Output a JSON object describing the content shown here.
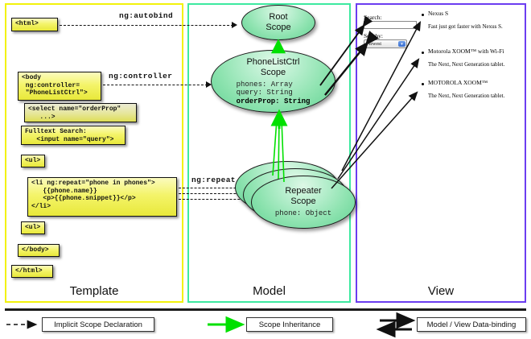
{
  "panels": {
    "template": {
      "title": "Template",
      "border_color": "#f2f20b"
    },
    "model": {
      "title": "Model",
      "border_color": "#3de9a0"
    },
    "view": {
      "title": "View",
      "border_color": "#6b3df0"
    }
  },
  "template_boxes": [
    {
      "name": "html-open-tag",
      "text": "<html>"
    },
    {
      "name": "body-tag",
      "text": "<body\n ng:controller=\n \"PhoneListCtrl\">"
    },
    {
      "name": "select-tag",
      "text": "<select name=\"orderProp\"\n   ...>"
    },
    {
      "name": "fulltext-search",
      "text": "Fulltext Search:\n   <input name=\"query\">"
    },
    {
      "name": "ul-open-tag",
      "text": "<ul>"
    },
    {
      "name": "li-repeat-tag",
      "text": "<li ng:repeat=\"phone in phones\">\n   {{phone.name}}\n   <p>{{phone.snippet}}</p>\n</li>"
    },
    {
      "name": "ul-close-tag",
      "text": "<ul>"
    },
    {
      "name": "body-close-tag",
      "text": "</body>"
    },
    {
      "name": "html-close-tag",
      "text": "</html>"
    }
  ],
  "connectors": [
    {
      "name": "ng-autobind",
      "label": "ng:autobind"
    },
    {
      "name": "ng-controller",
      "label": "ng:controller"
    },
    {
      "name": "ng-repeat",
      "label": "ng:repeat"
    }
  ],
  "scopes": {
    "root": {
      "title_line1": "Root",
      "title_line2": "Scope"
    },
    "phonelistctrl": {
      "title_line1": "PhoneListCtrl",
      "title_line2": "Scope",
      "props": [
        "phones: Array",
        "query: String"
      ],
      "prop_bold": "orderProp: String"
    },
    "repeater": {
      "title_line1": "Repeater",
      "title_line2": "Scope",
      "prop": "phone: Object",
      "stack_count": 3
    }
  },
  "view": {
    "search_label": "Search:",
    "search_value": "",
    "sort_label": "Sort by:",
    "sort_selected": "Newest",
    "phones": [
      {
        "name": "Nexus S",
        "snippet": "Fast just got faster with Nexus S."
      },
      {
        "name": "Motorola XOOM™  with Wi-Fi",
        "snippet": "The Next, Next Generation tablet."
      },
      {
        "name": "MOTOROLA XOOM™",
        "snippet": "The Next, Next Generation tablet."
      }
    ]
  },
  "legend": [
    {
      "name": "implicit-scope-declaration",
      "label": "Implicit Scope Declaration",
      "marker": "dashed-arrow",
      "color": "#111111"
    },
    {
      "name": "scope-inheritance",
      "label": "Scope Inheritance",
      "marker": "green-arrow",
      "color": "#00e000"
    },
    {
      "name": "model-view-data-binding",
      "label": "Model / View Data-binding",
      "marker": "double-arrow",
      "color": "#111111"
    }
  ],
  "colors": {
    "inheritance_green": "#00e000",
    "scope_fill": "#8ee3b0",
    "code_yellow": "#f4f46a"
  }
}
